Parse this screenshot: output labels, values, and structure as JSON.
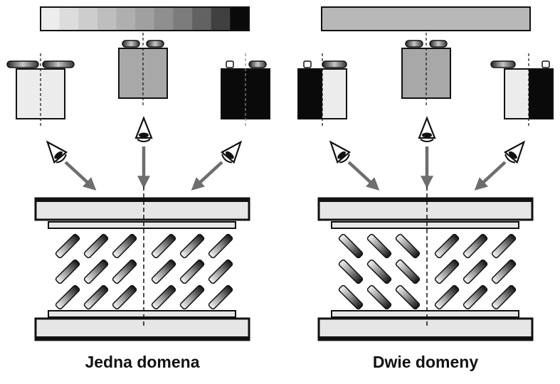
{
  "panels": [
    {
      "id": "left",
      "caption": "Jedna domena"
    },
    {
      "id": "right",
      "caption": "Dwie domeny"
    }
  ],
  "colors": {
    "ink": "#111111",
    "arrow": "#6e6e6e",
    "glass": "#e6e6e6",
    "uniform_bar": "#b8b8b8",
    "view_light": "#ececec",
    "view_mid": "#a8a8a8",
    "view_dark": "#0a0a0a",
    "left_gradient_steps": [
      "#ededed",
      "#dcdcdc",
      "#cdcdcd",
      "#bebebe",
      "#afafaf",
      "#a0a0a0",
      "#8f8f8f",
      "#7c7c7c",
      "#626262",
      "#404040",
      "#0a0a0a"
    ]
  },
  "icons": [
    "eye-icon",
    "arrow-icon",
    "molecule-icon",
    "polarizer-icon"
  ]
}
